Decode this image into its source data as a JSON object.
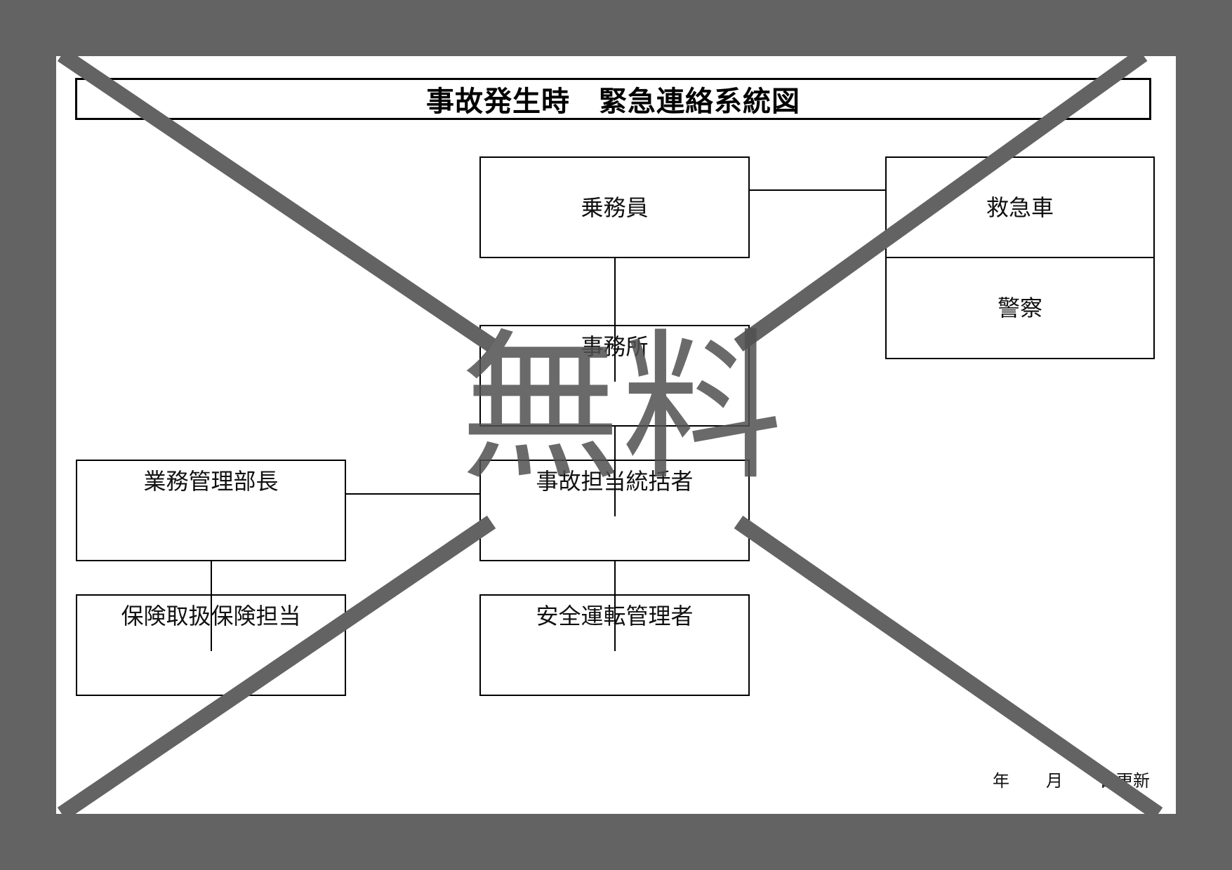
{
  "document": {
    "title": "事故発生時　緊急連絡系統図",
    "boxes": {
      "crew": "乗務員",
      "ambulance": "救急車",
      "police": "警察",
      "office": "事務所",
      "accident_supervisor": "事故担当統括者",
      "business_manager": "業務管理部長",
      "insurance_handler": "保険取扱保険担当",
      "safety_manager": "安全運転管理者"
    },
    "footer": {
      "year": "年",
      "month": "月",
      "day_updated": "日更新"
    }
  },
  "watermark": {
    "text": "無料",
    "color": "#505050"
  },
  "colors": {
    "background": "#636363",
    "paper": "#ffffff",
    "lines": "#000000",
    "cross": "#636363"
  }
}
